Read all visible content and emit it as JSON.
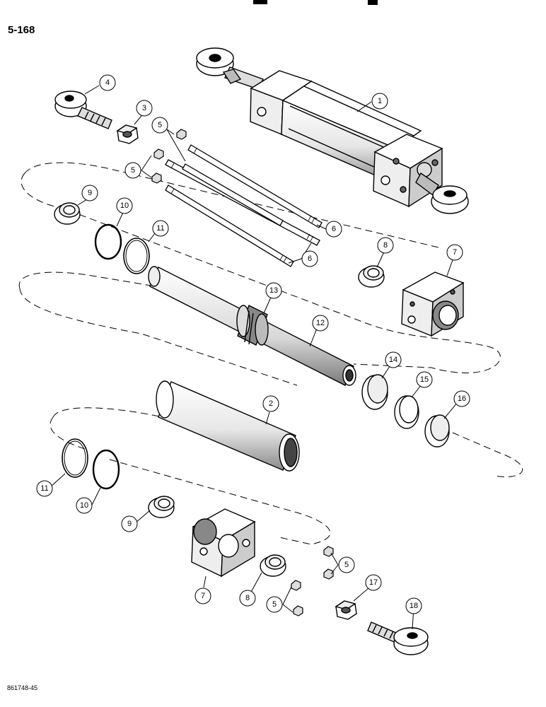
{
  "page_number": "5-168",
  "drawing_code": "861748-45",
  "callouts": [
    {
      "id": "c1",
      "label": "1"
    },
    {
      "id": "c2",
      "label": "2"
    },
    {
      "id": "c3",
      "label": "3"
    },
    {
      "id": "c4",
      "label": "4"
    },
    {
      "id": "c5a",
      "label": "5"
    },
    {
      "id": "c5b",
      "label": "5"
    },
    {
      "id": "c5c",
      "label": "5"
    },
    {
      "id": "c5d",
      "label": "5"
    },
    {
      "id": "c6a",
      "label": "6"
    },
    {
      "id": "c6b",
      "label": "6"
    },
    {
      "id": "c7a",
      "label": "7"
    },
    {
      "id": "c7b",
      "label": "7"
    },
    {
      "id": "c8a",
      "label": "8"
    },
    {
      "id": "c8b",
      "label": "8"
    },
    {
      "id": "c9a",
      "label": "9"
    },
    {
      "id": "c9b",
      "label": "9"
    },
    {
      "id": "c10a",
      "label": "10"
    },
    {
      "id": "c10b",
      "label": "10"
    },
    {
      "id": "c11a",
      "label": "11"
    },
    {
      "id": "c11b",
      "label": "11"
    },
    {
      "id": "c12",
      "label": "12"
    },
    {
      "id": "c13",
      "label": "13"
    },
    {
      "id": "c14",
      "label": "14"
    },
    {
      "id": "c15",
      "label": "15"
    },
    {
      "id": "c16",
      "label": "16"
    },
    {
      "id": "c17",
      "label": "17"
    },
    {
      "id": "c18",
      "label": "18"
    }
  ]
}
